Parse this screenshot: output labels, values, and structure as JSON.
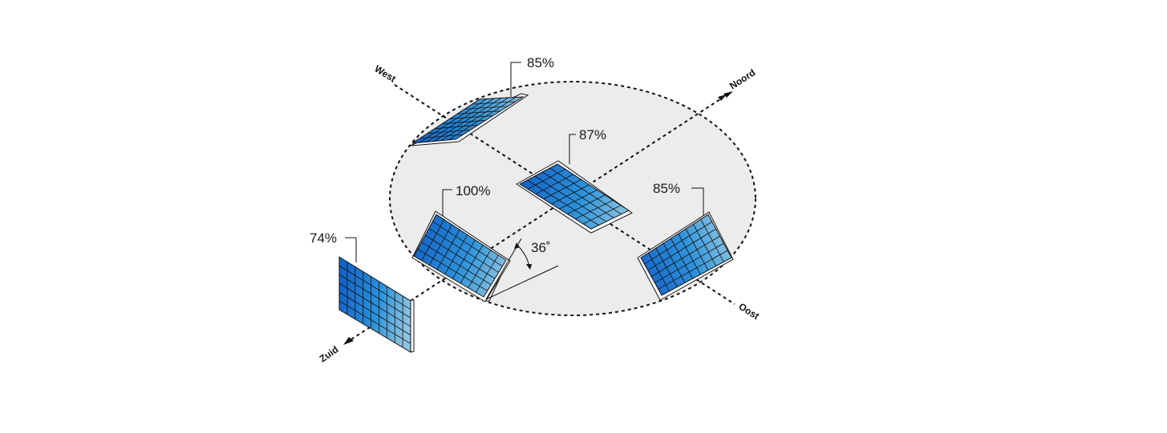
{
  "directions": {
    "west": "West",
    "north": "Noord",
    "east": "Oost",
    "south": "Zuid"
  },
  "panels": {
    "west": {
      "label": "85%"
    },
    "flat": {
      "label": "87%"
    },
    "south_optimal": {
      "label": "100%"
    },
    "east": {
      "label": "85%"
    },
    "vertical": {
      "label": "74%"
    }
  },
  "angle": {
    "label": "36˚"
  },
  "colors": {
    "panel_dark": "#1565c8",
    "panel_mid": "#2e93da",
    "panel_light": "#8ec4e0",
    "ground": "#ececec",
    "line": "#111111"
  }
}
